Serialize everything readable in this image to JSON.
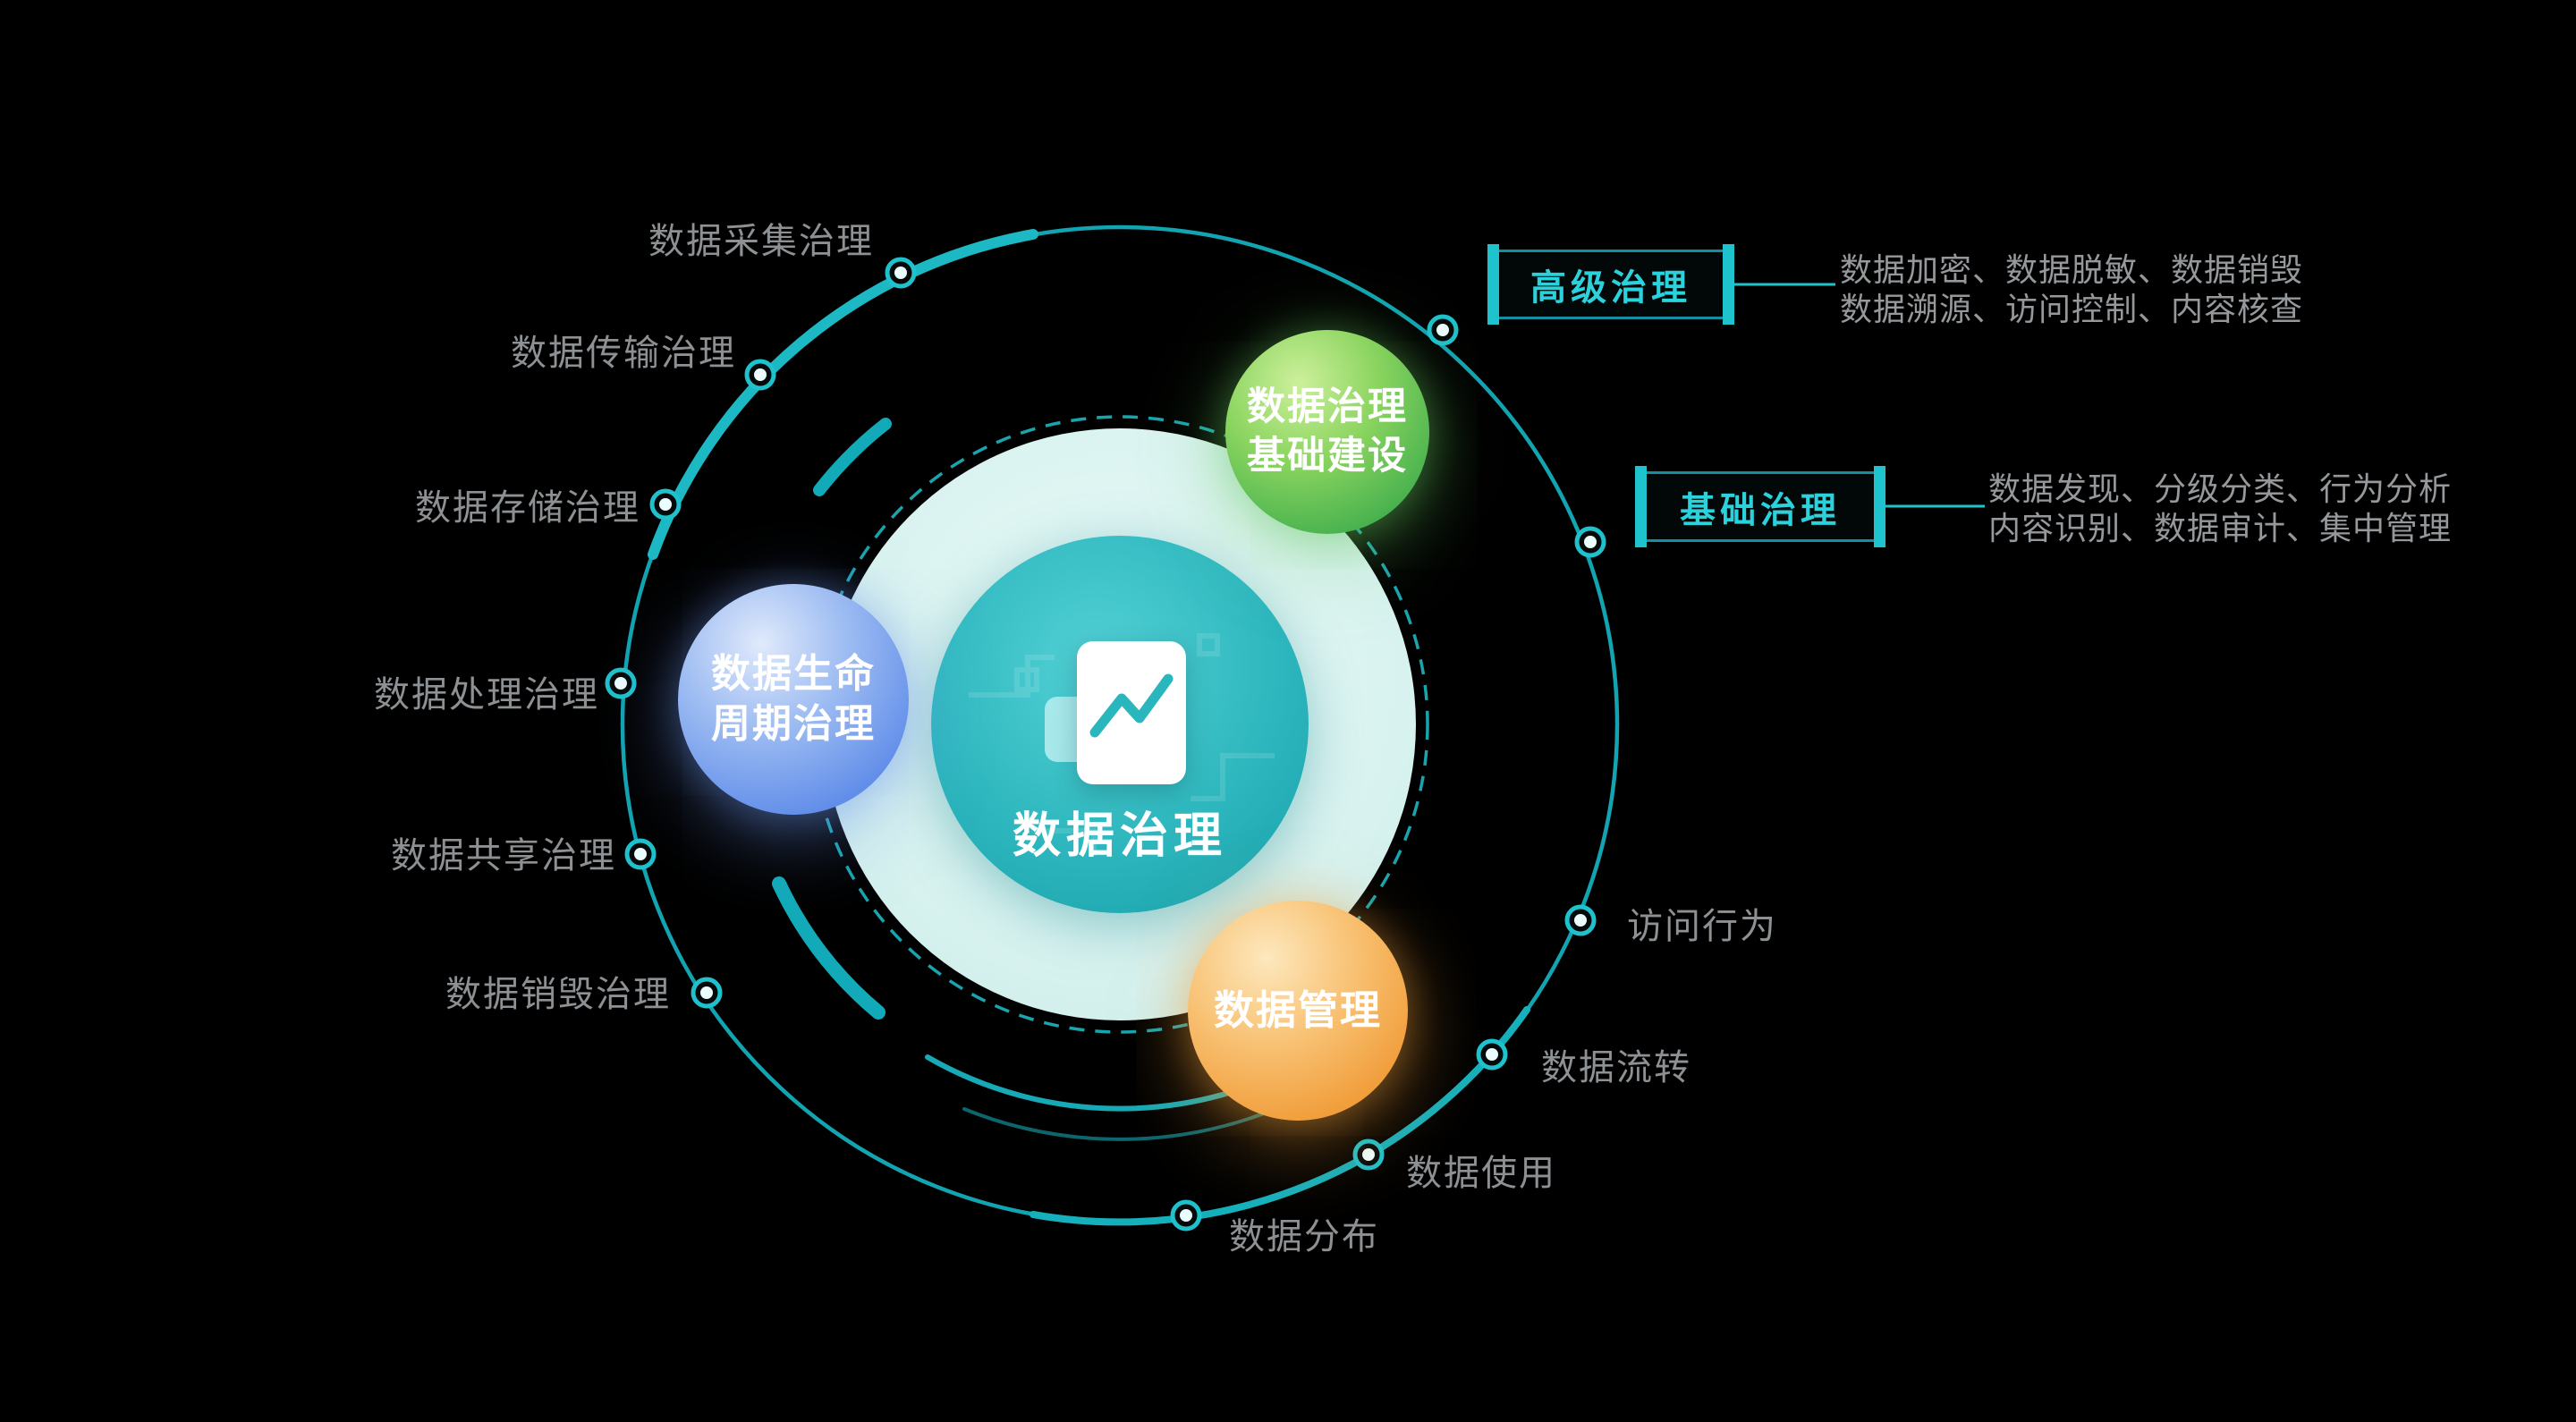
{
  "colors": {
    "background": "#000000",
    "teal_ring": "#14adbb",
    "teal_bright": "#1fc3ce",
    "mint_halo": "#d7f2ef",
    "core_teal": "#2eb7be",
    "gray_text": "#8d9194",
    "green_bubble": "#46b14e",
    "blue_bubble": "#5f8ce9",
    "orange_bubble": "#f09a35"
  },
  "center": {
    "title": "数据治理",
    "icon": "document-chart-icon"
  },
  "bubbles": {
    "green": {
      "line1": "数据治理",
      "line2": "基础建设"
    },
    "blue": {
      "line1": "数据生命",
      "line2": "周期治理"
    },
    "orange": {
      "line1": "数据管理"
    }
  },
  "left_labels": [
    {
      "text": "数据采集治理"
    },
    {
      "text": "数据传输治理"
    },
    {
      "text": "数据存储治理"
    },
    {
      "text": "数据处理治理"
    },
    {
      "text": "数据共享治理"
    },
    {
      "text": "数据销毁治理"
    }
  ],
  "right_labels": [
    {
      "text": "访问行为"
    },
    {
      "text": "数据流转"
    },
    {
      "text": "数据使用"
    },
    {
      "text": "数据分布"
    }
  ],
  "callouts": {
    "advanced": {
      "title": "高级治理",
      "line1": "数据加密、数据脱敏、数据销毁",
      "line2": "数据溯源、访问控制、内容核查"
    },
    "basic": {
      "title": "基础治理",
      "line1": "数据发现、分级分类、行为分析",
      "line2": "内容识别、数据审计、集中管理"
    }
  }
}
